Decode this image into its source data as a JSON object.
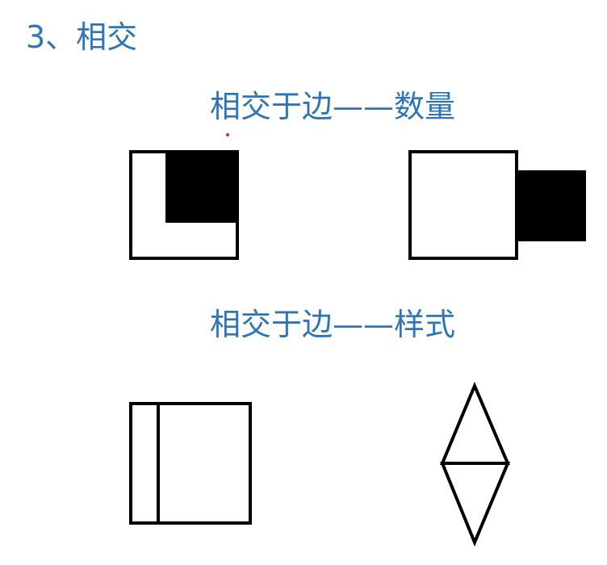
{
  "heading": "3、相交",
  "sections": [
    {
      "title": "相交于边——数量"
    },
    {
      "title": "相交于边——样式"
    }
  ],
  "figures": [
    {
      "name": "square-with-inner-black-square"
    },
    {
      "name": "square-with-adjacent-black-square"
    },
    {
      "name": "square-with-divider-line"
    },
    {
      "name": "double-triangle-diamond"
    }
  ],
  "colors": {
    "accent": "#2e75b6",
    "stroke": "#000000",
    "background": "#ffffff"
  }
}
